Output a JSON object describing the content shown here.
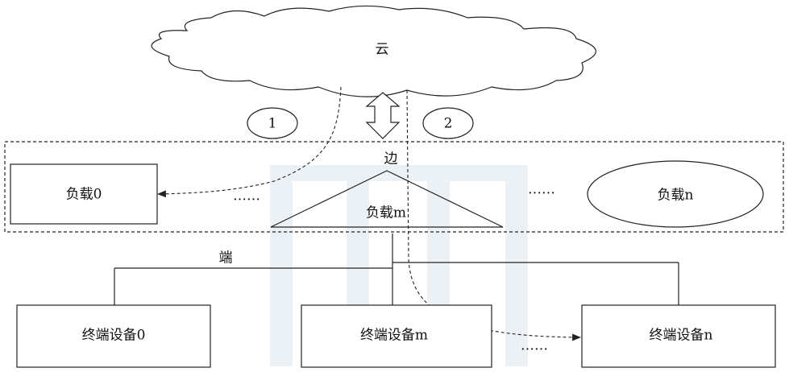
{
  "cloud": {
    "label": "云"
  },
  "edge": {
    "label": "边"
  },
  "end": {
    "label": "端"
  },
  "steps": [
    {
      "label": "1"
    },
    {
      "label": "2"
    }
  ],
  "edge_loads": [
    {
      "label": "负载0"
    },
    {
      "label": "负载m"
    },
    {
      "label": "负载n"
    }
  ],
  "edge_loads_ellipsis": [
    "……",
    "……"
  ],
  "devices": [
    {
      "label": "终端设备0"
    },
    {
      "label": "终端设备m"
    },
    {
      "label": "终端设备n"
    }
  ],
  "devices_ellipsis": "……",
  "colors": {
    "stroke": "#222222",
    "watermark": "#dde6ef"
  }
}
